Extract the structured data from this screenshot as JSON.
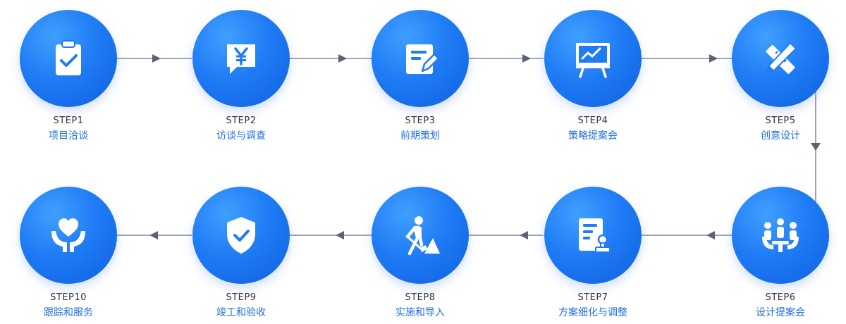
{
  "theme": {
    "accent": "#1f7cf5",
    "connector": "#7d8799",
    "title_color": "#1f6fe0",
    "code_color": "#333333"
  },
  "flow": {
    "steps": [
      {
        "code": "STEP1",
        "title": "项目洽谈",
        "icon": "clipboard-check-icon"
      },
      {
        "code": "STEP2",
        "title": "访谈与调查",
        "icon": "yen-chat-icon"
      },
      {
        "code": "STEP3",
        "title": "前期策划",
        "icon": "edit-document-icon"
      },
      {
        "code": "STEP4",
        "title": "策略提案会",
        "icon": "presentation-board-icon"
      },
      {
        "code": "STEP5",
        "title": "创意设计",
        "icon": "pencil-ruler-icon"
      },
      {
        "code": "STEP6",
        "title": "设计提案会",
        "icon": "meeting-icon"
      },
      {
        "code": "STEP7",
        "title": "方案细化与调整",
        "icon": "document-stamp-icon"
      },
      {
        "code": "STEP8",
        "title": "实施和导入",
        "icon": "construction-worker-icon"
      },
      {
        "code": "STEP9",
        "title": "竣工和验收",
        "icon": "shield-check-icon"
      },
      {
        "code": "STEP10",
        "title": "跟踪和服务",
        "icon": "heart-hands-icon"
      }
    ]
  }
}
